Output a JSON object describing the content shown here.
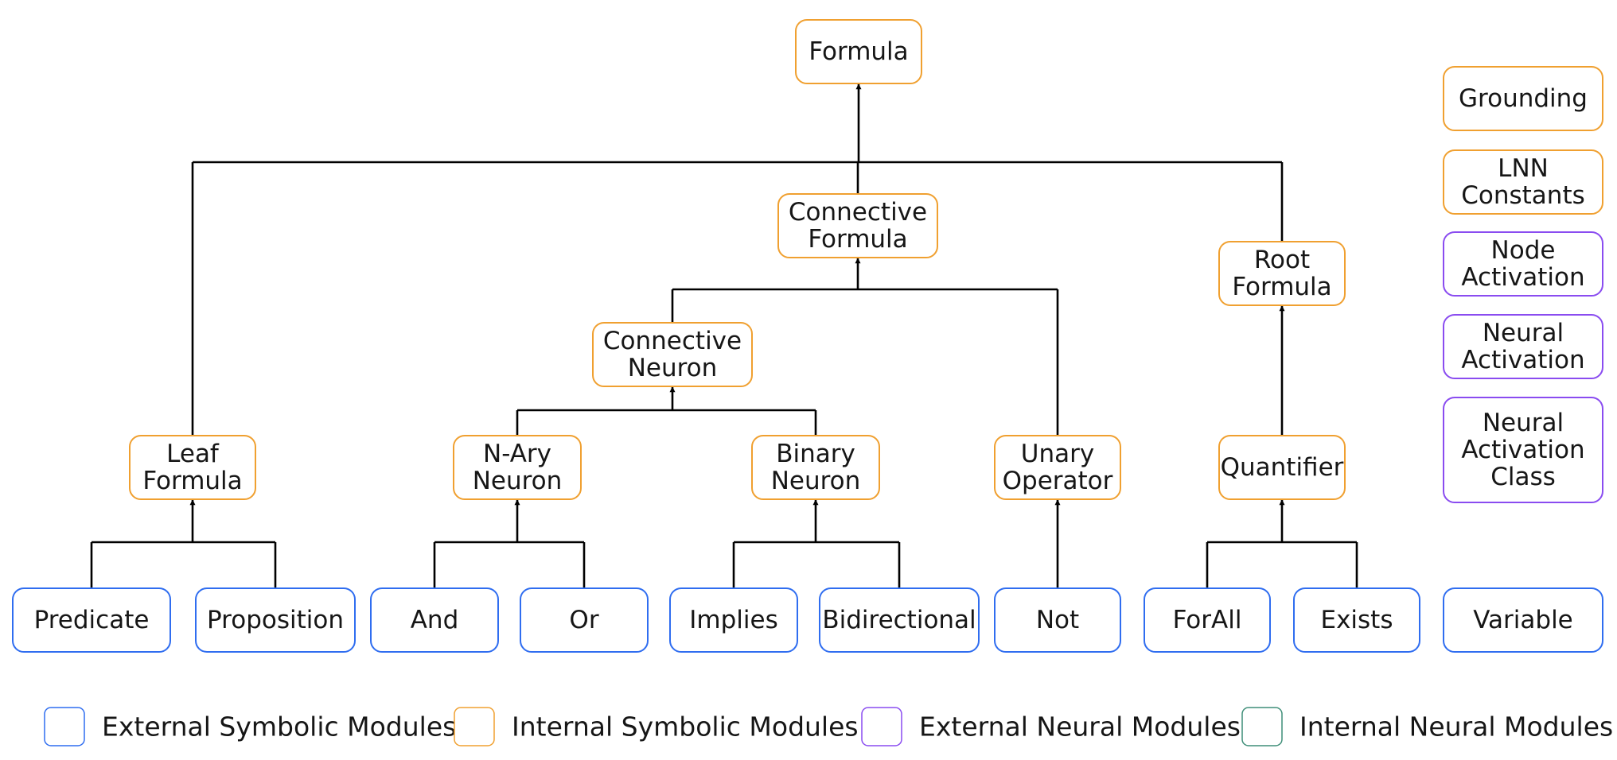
{
  "colors": {
    "external_symbolic": "#2f6df0",
    "internal_symbolic": "#f0a030",
    "external_neural": "#8a4cf0",
    "internal_neural": "#3e8e78",
    "text": "#161616",
    "arrow": "#000000"
  },
  "nodes": {
    "formula": {
      "lines": [
        "Formula"
      ],
      "kind": "internal_symbolic"
    },
    "connective_formula": {
      "lines": [
        "Connective",
        "Formula"
      ],
      "kind": "internal_symbolic"
    },
    "root_formula": {
      "lines": [
        "Root",
        "Formula"
      ],
      "kind": "internal_symbolic"
    },
    "connective_neuron": {
      "lines": [
        "Connective",
        "Neuron"
      ],
      "kind": "internal_symbolic"
    },
    "leaf_formula": {
      "lines": [
        "Leaf",
        "Formula"
      ],
      "kind": "internal_symbolic"
    },
    "nary_neuron": {
      "lines": [
        "N-Ary",
        "Neuron"
      ],
      "kind": "internal_symbolic"
    },
    "binary_neuron": {
      "lines": [
        "Binary",
        "Neuron"
      ],
      "kind": "internal_symbolic"
    },
    "unary_operator": {
      "lines": [
        "Unary",
        "Operator"
      ],
      "kind": "internal_symbolic"
    },
    "quantifier": {
      "lines": [
        "Quantifier"
      ],
      "kind": "internal_symbolic"
    },
    "predicate": {
      "lines": [
        "Predicate"
      ],
      "kind": "external_symbolic"
    },
    "proposition": {
      "lines": [
        "Proposition"
      ],
      "kind": "external_symbolic"
    },
    "and": {
      "lines": [
        "And"
      ],
      "kind": "external_symbolic"
    },
    "or": {
      "lines": [
        "Or"
      ],
      "kind": "external_symbolic"
    },
    "implies": {
      "lines": [
        "Implies"
      ],
      "kind": "external_symbolic"
    },
    "bidirectional": {
      "lines": [
        "Bidirectional"
      ],
      "kind": "external_symbolic"
    },
    "not": {
      "lines": [
        "Not"
      ],
      "kind": "external_symbolic"
    },
    "forall": {
      "lines": [
        "ForAll"
      ],
      "kind": "external_symbolic"
    },
    "exists": {
      "lines": [
        "Exists"
      ],
      "kind": "external_symbolic"
    },
    "variable": {
      "lines": [
        "Variable"
      ],
      "kind": "external_symbolic"
    },
    "grounding": {
      "lines": [
        "Grounding"
      ],
      "kind": "internal_symbolic"
    },
    "lnn_constants": {
      "lines": [
        "LNN",
        "Constants"
      ],
      "kind": "internal_symbolic"
    },
    "node_activation": {
      "lines": [
        "Node",
        "Activation"
      ],
      "kind": "external_neural"
    },
    "neural_activation": {
      "lines": [
        "Neural",
        "Activation"
      ],
      "kind": "external_neural"
    },
    "neural_activation_class": {
      "lines": [
        "Neural",
        "Activation",
        "Class"
      ],
      "kind": "external_neural"
    }
  },
  "legend": [
    {
      "label": "External Symbolic Modules",
      "kind": "external_symbolic"
    },
    {
      "label": "Internal Symbolic Modules",
      "kind": "internal_symbolic"
    },
    {
      "label": "External Neural Modules",
      "kind": "external_neural"
    },
    {
      "label": "Internal Neural Modules",
      "kind": "internal_neural"
    }
  ],
  "edges": [
    {
      "from": [
        "predicate",
        "proposition"
      ],
      "to": "leaf_formula"
    },
    {
      "from": [
        "and",
        "or"
      ],
      "to": "nary_neuron"
    },
    {
      "from": [
        "implies",
        "bidirectional"
      ],
      "to": "binary_neuron"
    },
    {
      "from": [
        "not"
      ],
      "to": "unary_operator"
    },
    {
      "from": [
        "forall",
        "exists"
      ],
      "to": "quantifier"
    },
    {
      "from": [
        "nary_neuron",
        "binary_neuron"
      ],
      "to": "connective_neuron"
    },
    {
      "from": [
        "connective_neuron",
        "unary_operator"
      ],
      "to": "connective_formula"
    },
    {
      "from": [
        "quantifier"
      ],
      "to": "root_formula"
    },
    {
      "from": [
        "leaf_formula",
        "connective_formula",
        "root_formula"
      ],
      "to": "formula"
    }
  ]
}
